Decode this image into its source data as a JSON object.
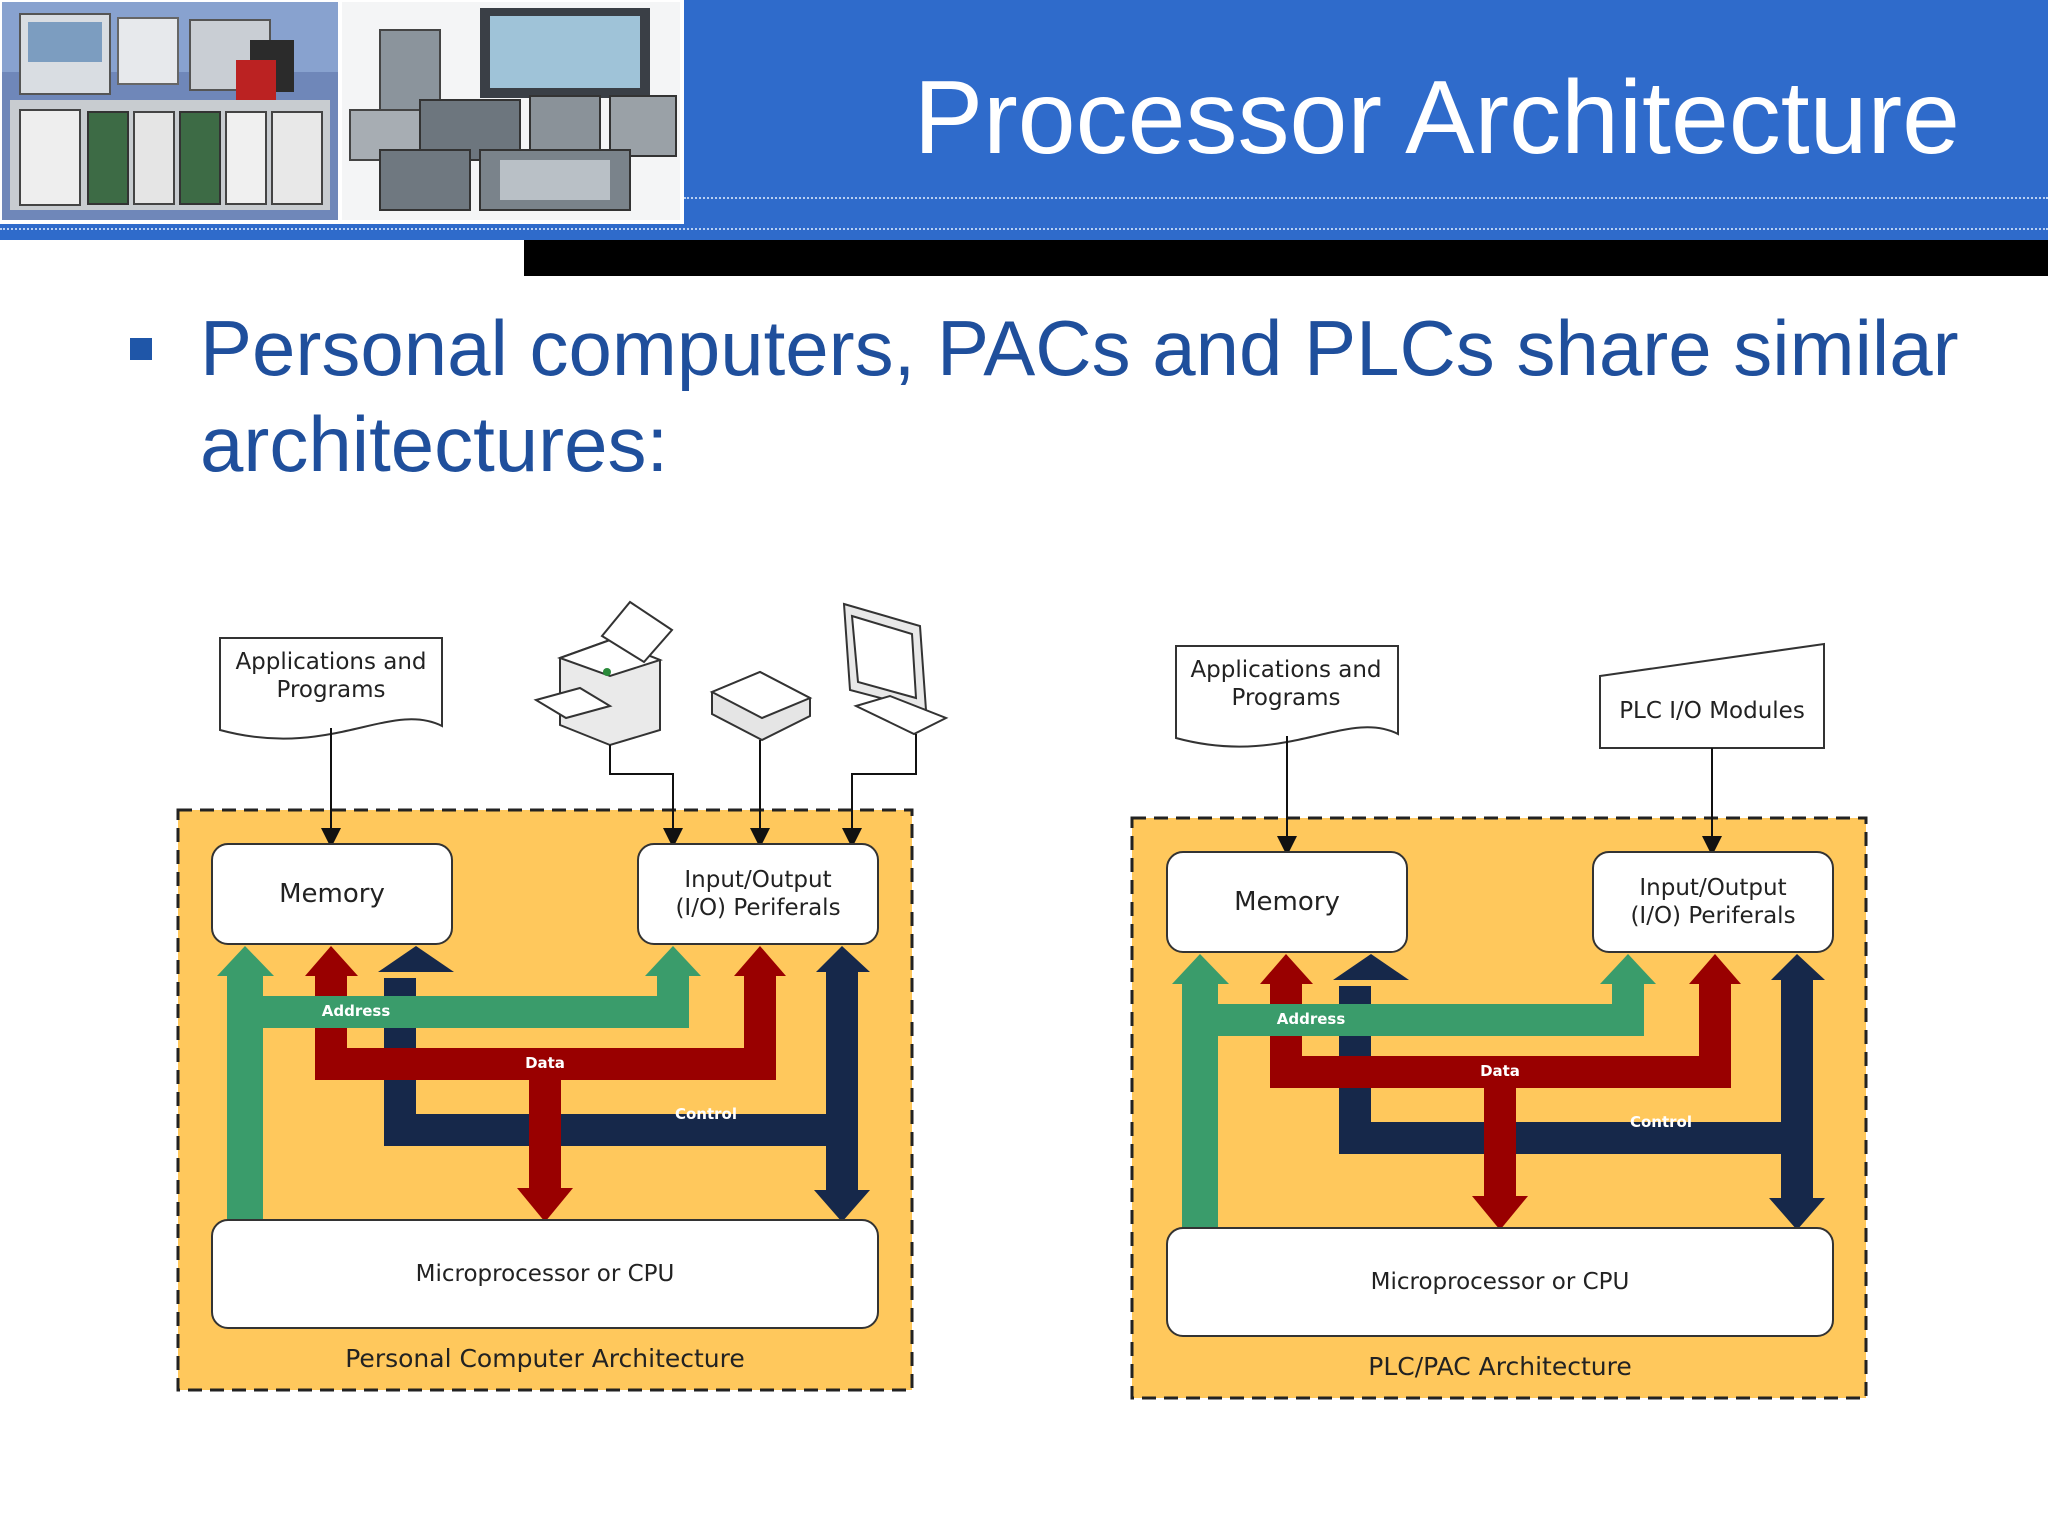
{
  "slide": {
    "title": "Processor Architecture",
    "bullet": "Personal computers, PACs and PLCs share similar architectures:"
  },
  "colors": {
    "header_blue": "#2f6bcb",
    "bullet_text": "#1f4f9c",
    "panel_fill": "#ffc85c",
    "address_bus": "#3a9c6b",
    "data_bus": "#990000",
    "control_bus": "#16284a"
  },
  "pc_diagram": {
    "programs_doc": "Applications and Programs",
    "memory": "Memory",
    "io": "Input/Output (I/O) Periferals",
    "cpu": "Microprocessor or CPU",
    "caption": "Personal Computer Architecture",
    "bus_labels": {
      "address": "Address",
      "data": "Data",
      "control": "Control"
    },
    "peripheral_icons": [
      "printer-icon",
      "scanner-icon",
      "monitor-icon"
    ]
  },
  "plc_diagram": {
    "programs_doc": "Applications and Programs",
    "io_modules": "PLC I/O Modules",
    "memory": "Memory",
    "io": "Input/Output (I/O) Periferals",
    "cpu": "Microprocessor or CPU",
    "caption": "PLC/PAC Architecture",
    "bus_labels": {
      "address": "Address",
      "data": "Data",
      "control": "Control"
    }
  }
}
